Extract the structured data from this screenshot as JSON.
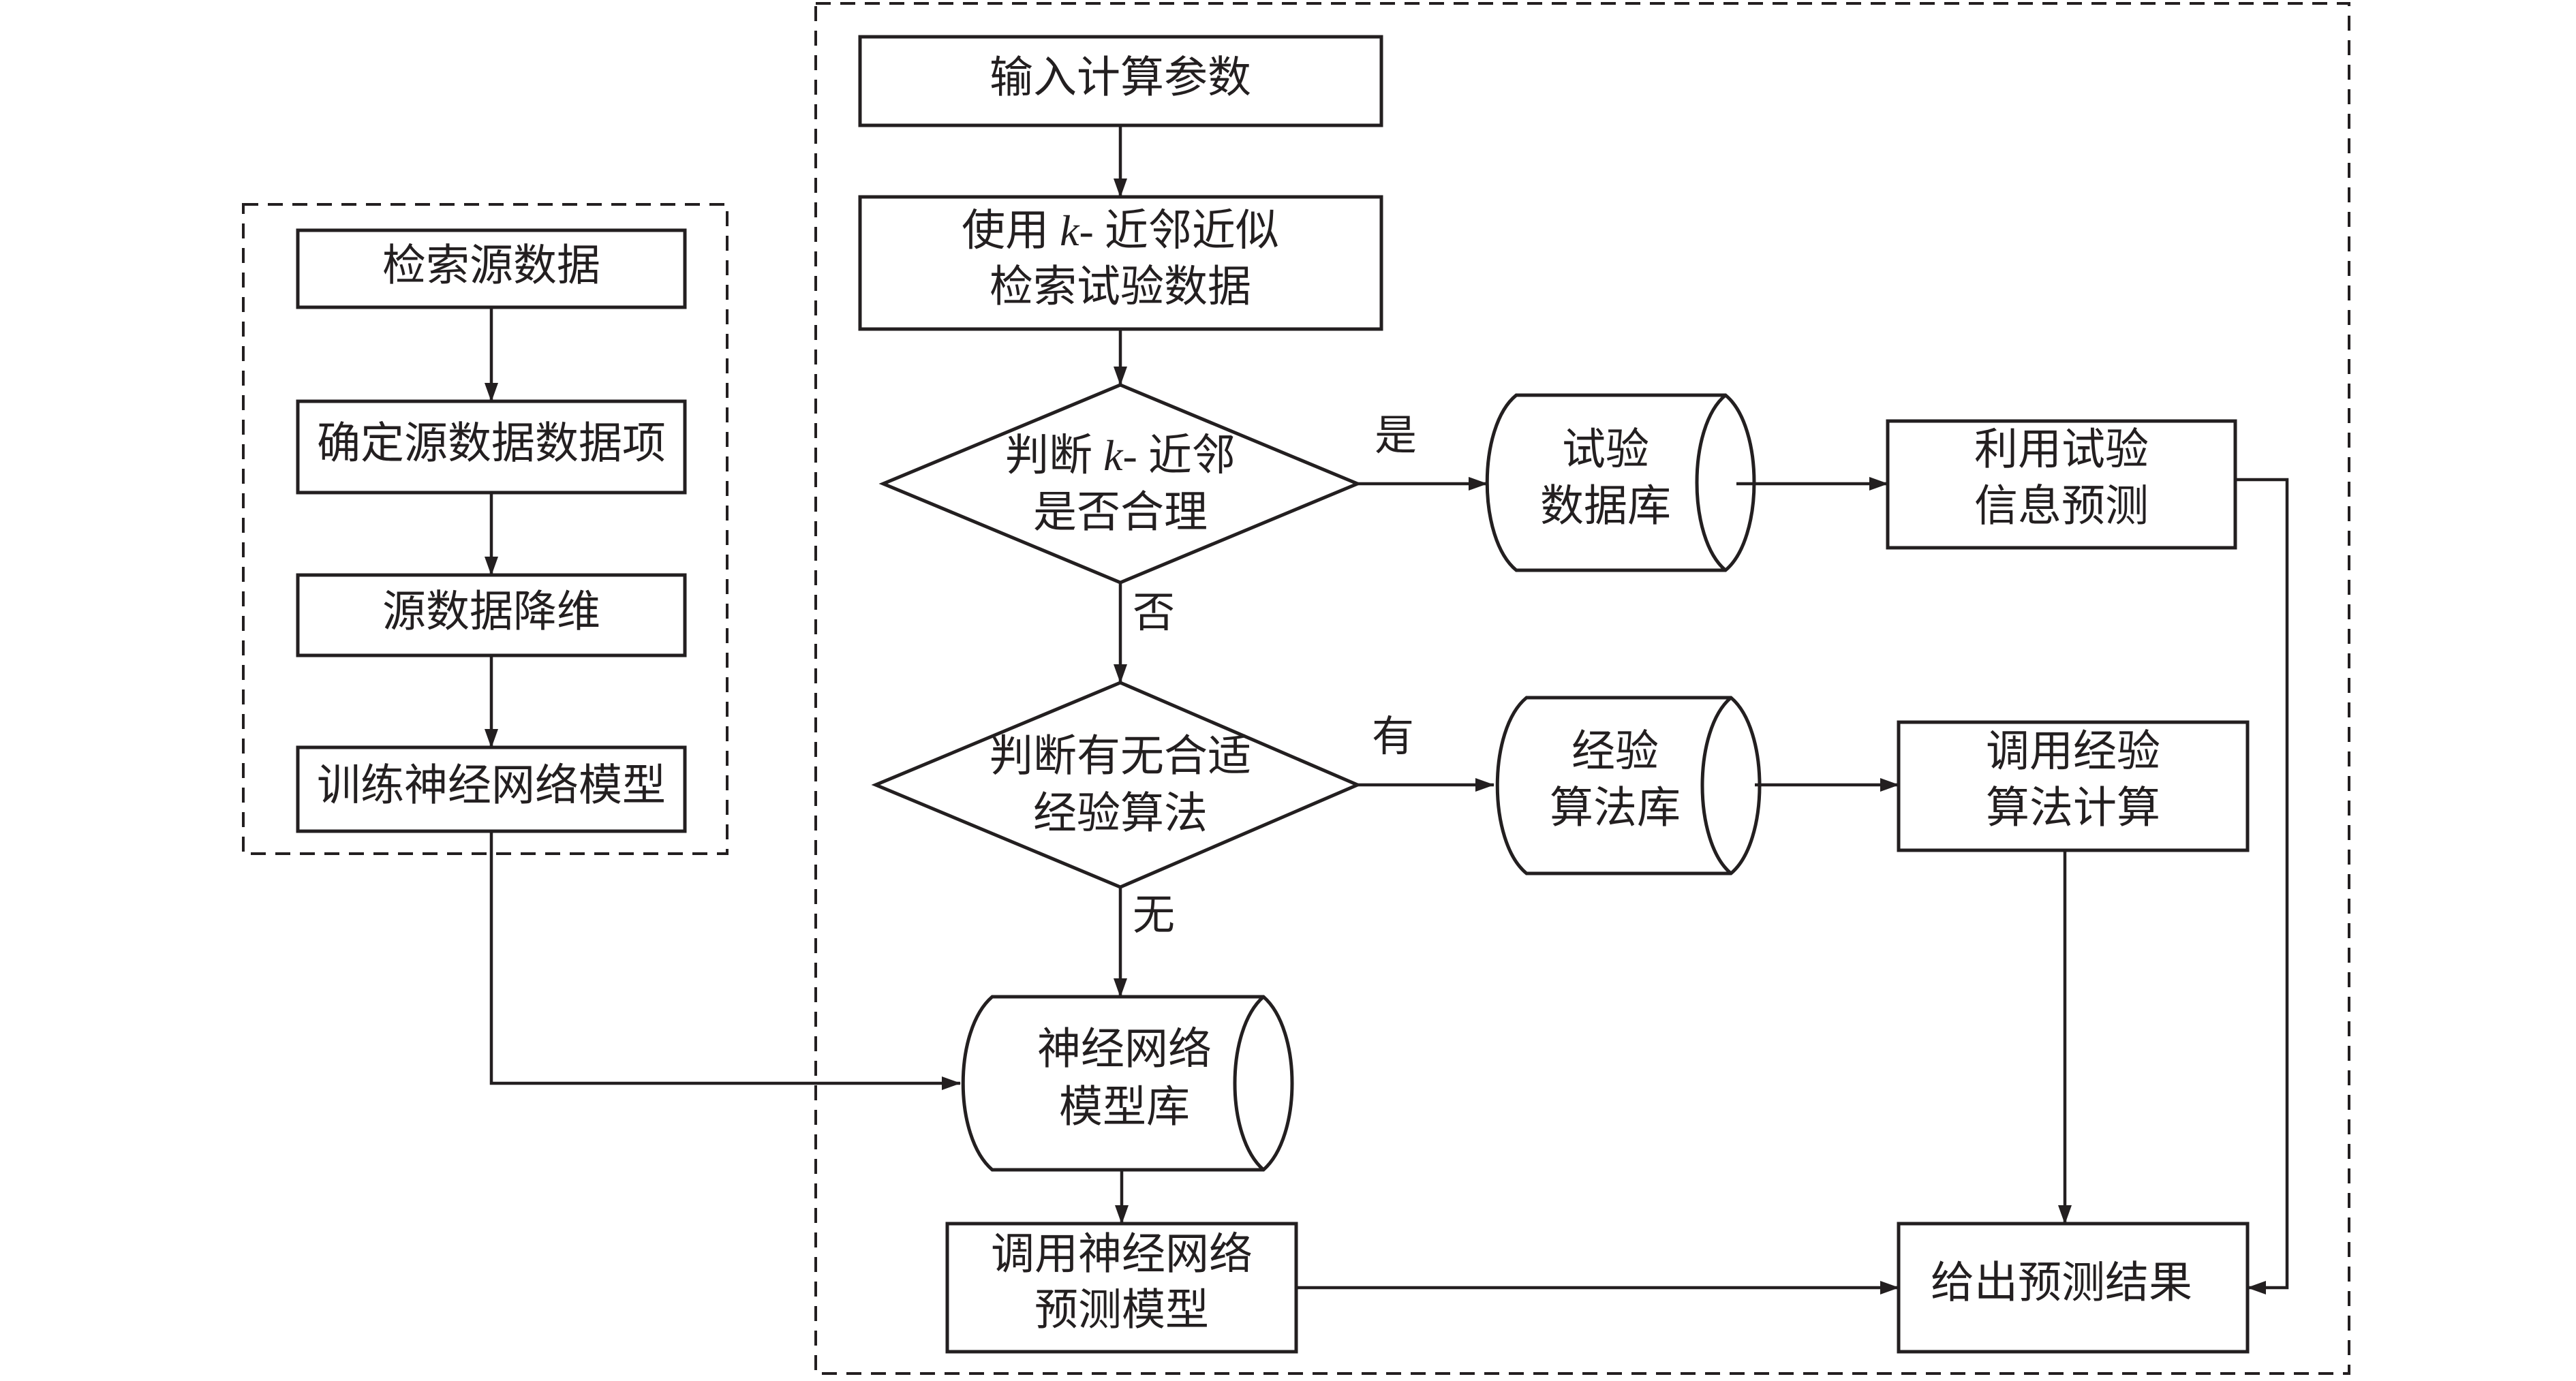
{
  "left_group": {
    "search_source": "检索源数据",
    "determine_items": "确定源数据数据项",
    "reduce_dim": "源数据降维",
    "train_nn": "训练神经网络模型"
  },
  "main": {
    "input_params": "输入计算参数",
    "knn_search": {
      "line1_pre": "使用 ",
      "line1_k": "k",
      "line1_post": "- 近邻近似",
      "line2": "检索试验数据"
    },
    "judge_knn": {
      "line1_pre": "判断 ",
      "line1_k": "k",
      "line1_post": "- 近邻",
      "line2": "是否合理"
    },
    "judge_algo": {
      "line1": "判断有无合适",
      "line2": "经验算法"
    },
    "test_db": {
      "line1": "试验",
      "line2": "数据库"
    },
    "algo_db": {
      "line1": "经验",
      "line2": "算法库"
    },
    "nn_db": {
      "line1": "神经网络",
      "line2": "模型库"
    },
    "use_test_info": {
      "line1": "利用试验",
      "line2": "信息预测"
    },
    "use_algo": {
      "line1": "调用经验",
      "line2": "算法计算"
    },
    "call_nn": {
      "line1": "调用神经网络",
      "line2": "预测模型"
    },
    "output": "给出预测结果"
  },
  "edge_labels": {
    "yes": "是",
    "no": "否",
    "have": "有",
    "none": "无"
  }
}
